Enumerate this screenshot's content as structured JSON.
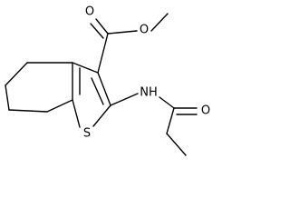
{
  "structure": {
    "atoms": {
      "o_carbonyl_ester": "O",
      "o_methoxy": "O",
      "s_thiophene": "S",
      "n_amide": "NH",
      "o_carbonyl_amide": "O"
    }
  },
  "colors": {
    "bond": "#000000",
    "label": "#000000",
    "background": "#ffffff"
  }
}
